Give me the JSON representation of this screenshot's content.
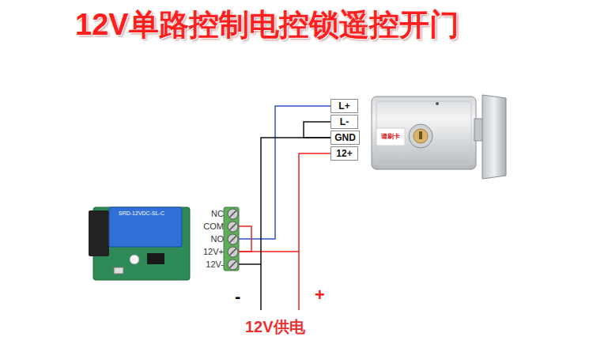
{
  "diagram": {
    "title": "12V单路控制电控锁遥控开门",
    "nodes": [
      {
        "text": [
          "NC"
        ]
      },
      {
        "text": [
          "COM"
        ]
      },
      {
        "text": [
          "NO"
        ]
      },
      {
        "text": [
          "12V+"
        ]
      },
      {
        "text": [
          "12V-"
        ]
      },
      {
        "text": [
          "L+"
        ]
      },
      {
        "text": [
          "L-"
        ]
      },
      {
        "text": [
          "GND"
        ]
      },
      {
        "text": [
          "12+"
        ]
      }
    ],
    "edges": [
      {
        "from": 2,
        "to": 5,
        "arrow": "none"
      },
      {
        "from": 1,
        "to": 3,
        "arrow": "none"
      },
      {
        "from": 3,
        "to": 8,
        "arrow": "none"
      },
      {
        "from": 4,
        "to": 7,
        "arrow": "none"
      },
      {
        "from": 6,
        "to": 7,
        "arrow": "none"
      }
    ],
    "labels": [
      "-",
      "+",
      "12V供电",
      "请刷卡",
      "SRD-12VDC-SL-C"
    ]
  }
}
